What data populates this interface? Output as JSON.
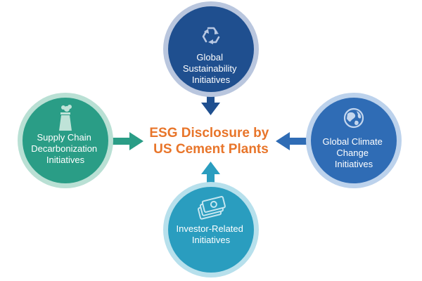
{
  "center": {
    "lines": [
      "ESG Disclosure by",
      "US Cement Plants"
    ],
    "color": "#e8752a"
  },
  "nodes": [
    {
      "id": "global-sustainability",
      "lines": [
        "Global",
        "Sustainability",
        "Initiatives"
      ],
      "fill": "#1f4f8f",
      "ring": "#b9c6de",
      "icon": "recycle-icon"
    },
    {
      "id": "supply-chain-decarbonization",
      "lines": [
        "Supply Chain",
        "Decarbonization",
        "Initiatives"
      ],
      "fill": "#2a9d86",
      "ring": "#b9e0d4",
      "icon": "factory-icon"
    },
    {
      "id": "global-climate-change",
      "lines": [
        "Global Climate",
        "Change",
        "Initiatives"
      ],
      "fill": "#2f6cb5",
      "ring": "#bcd2ec",
      "icon": "globe-icon"
    },
    {
      "id": "investor-related",
      "lines": [
        "Investor-Related",
        "Initiatives"
      ],
      "fill": "#2a9dbf",
      "ring": "#b7e0ec",
      "icon": "money-icon"
    }
  ]
}
